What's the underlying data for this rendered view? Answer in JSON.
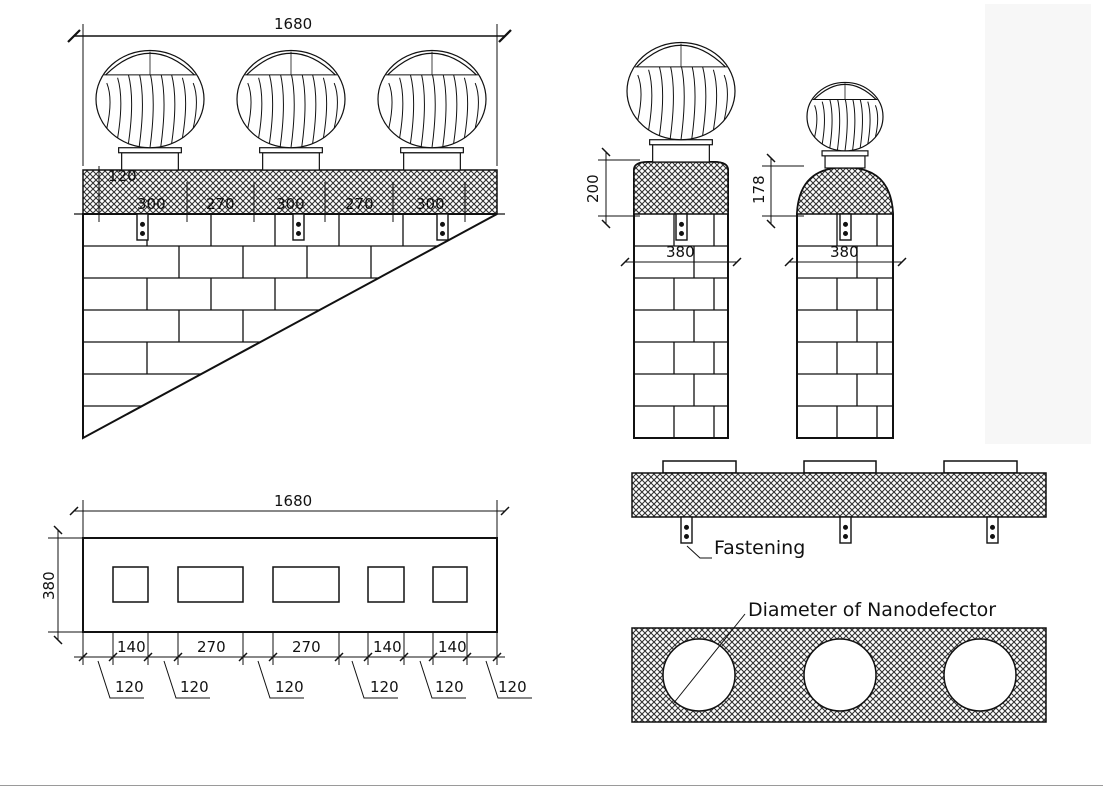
{
  "elevation": {
    "width": "1680",
    "cap_height": "120",
    "spans": [
      "300",
      "270",
      "300",
      "270",
      "300"
    ]
  },
  "section_a": {
    "height": "200",
    "width": "380"
  },
  "section_b": {
    "height": "178",
    "width": "380"
  },
  "plan": {
    "width": "1680",
    "depth": "380",
    "openings": [
      "140",
      "270",
      "270",
      "140",
      "140"
    ],
    "gaps": [
      "120",
      "120",
      "120",
      "120",
      "120",
      "120"
    ]
  },
  "labels": {
    "fastening": "Fastening",
    "diameter": "Diameter of Nanodefector"
  }
}
